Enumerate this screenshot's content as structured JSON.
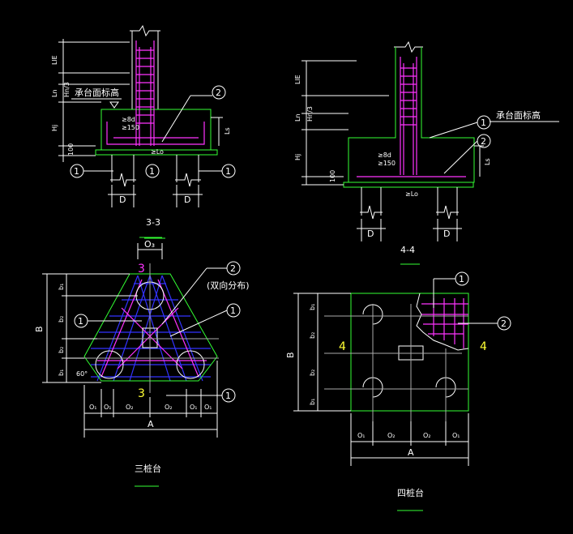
{
  "labels": {
    "lle": "LlE",
    "ln": "Ln",
    "hn3": "Hn/3",
    "hj": "Hj",
    "dim100": "100",
    "cap_top_a": "承台面标高",
    "cap_top_b": "承台面标高",
    "d8": "≥8d",
    "d150": "≥150",
    "lo": "≥Lo",
    "ls": "Ls",
    "d": "D",
    "c1": "1",
    "c2": "2",
    "sec33": "3-3",
    "sec44": "4-4",
    "a0": "O₃",
    "b1": "b₁",
    "b2": "b₂",
    "b_big": "B",
    "a_big": "A",
    "a1": "O₁",
    "a2": "O₂",
    "ang60": "60°",
    "two_way": "(双向分布)",
    "mark3": "3",
    "mark4": "4",
    "three_pile": "三桩台",
    "four_pile": "四桩台"
  }
}
